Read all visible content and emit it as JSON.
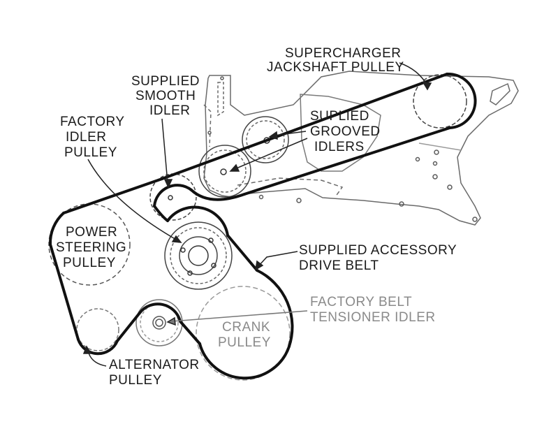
{
  "colors": {
    "ink": "#1a1a1a",
    "faded": "#9a9a9a",
    "belt": "#111111"
  },
  "labels": {
    "supercharger": [
      "SUPERCHARGER",
      "JACKSHAFT PULLEY"
    ],
    "smooth_idler": [
      "SUPPLIED",
      "SMOOTH",
      "IDLER"
    ],
    "grooved_idlers": [
      "SUPLIED",
      "GROOVED",
      "IDLERS"
    ],
    "factory_idler": [
      "FACTORY",
      "IDLER",
      "PULLEY"
    ],
    "power_steering": [
      "POWER",
      "STEERING",
      "PULLEY"
    ],
    "accessory_belt": [
      "SUPPLIED ACCESSORY",
      "DRIVE BELT"
    ],
    "belt_tensioner": [
      "FACTORY BELT",
      "TENSIONER IDLER"
    ],
    "crank": [
      "CRANK",
      "PULLEY"
    ],
    "alternator": [
      "ALTERNATOR",
      "PULLEY"
    ]
  }
}
